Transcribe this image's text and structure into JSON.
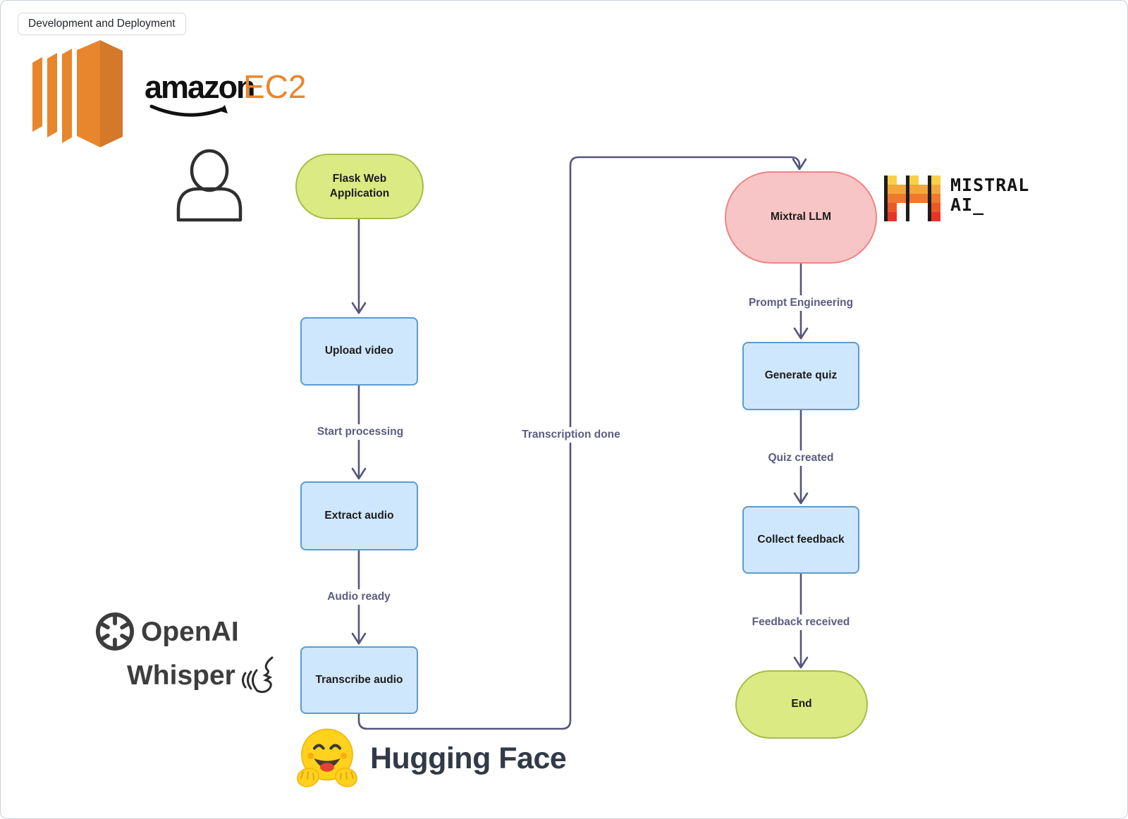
{
  "badge": {
    "label": "Development and Deployment"
  },
  "logos": {
    "amazon_ec2": {
      "word": "amazon",
      "product": "EC2"
    },
    "openai_whisper": {
      "line1": "OpenAI",
      "line2": "Whisper"
    },
    "mistral": {
      "line1": "MISTRAL",
      "line2": "AI_"
    },
    "hugging_face": {
      "label": "Hugging Face"
    }
  },
  "flowchart": {
    "nodes": {
      "flask": {
        "label": "Flask Web Application",
        "shape": "stadium",
        "role": "start"
      },
      "upload": {
        "label": "Upload video",
        "shape": "rect",
        "role": "process"
      },
      "extract": {
        "label": "Extract audio",
        "shape": "rect",
        "role": "process"
      },
      "transcribe": {
        "label": "Transcribe audio",
        "shape": "rect",
        "role": "process"
      },
      "mixtral": {
        "label": "Mixtral LLM",
        "shape": "stadium",
        "role": "llm"
      },
      "generate": {
        "label": "Generate quiz",
        "shape": "rect",
        "role": "process"
      },
      "collect": {
        "label": "Collect feedback",
        "shape": "rect",
        "role": "process"
      },
      "end": {
        "label": "End",
        "shape": "stadium",
        "role": "end"
      }
    },
    "edges": [
      {
        "from": "flask",
        "to": "upload",
        "label": ""
      },
      {
        "from": "upload",
        "to": "extract",
        "label": "Start processing"
      },
      {
        "from": "extract",
        "to": "transcribe",
        "label": "Audio ready"
      },
      {
        "from": "transcribe",
        "to": "mixtral",
        "label": "Transcription done"
      },
      {
        "from": "mixtral",
        "to": "generate",
        "label": "Prompt Engineering"
      },
      {
        "from": "generate",
        "to": "collect",
        "label": "Quiz created"
      },
      {
        "from": "collect",
        "to": "end",
        "label": "Feedback received"
      }
    ]
  },
  "colors": {
    "process_fill": "#cfe7fc",
    "process_border": "#5b9bd5",
    "start_end_fill": "#dcea83",
    "start_end_border": "#a6bd48",
    "llm_fill": "#f7c5c5",
    "llm_border": "#ee8585",
    "edge_line": "#55557a",
    "edge_label_text": "#5c5c82",
    "amazon_orange": "#E8862D",
    "amazon_orange_dark": "#D4782A",
    "hf_yellow": "#FFD21E",
    "mistral_r1": "#F7D046",
    "mistral_r2": "#F2A73B",
    "mistral_r3": "#EE792F",
    "mistral_r4": "#EB5829",
    "mistral_r5": "#EA3326"
  }
}
